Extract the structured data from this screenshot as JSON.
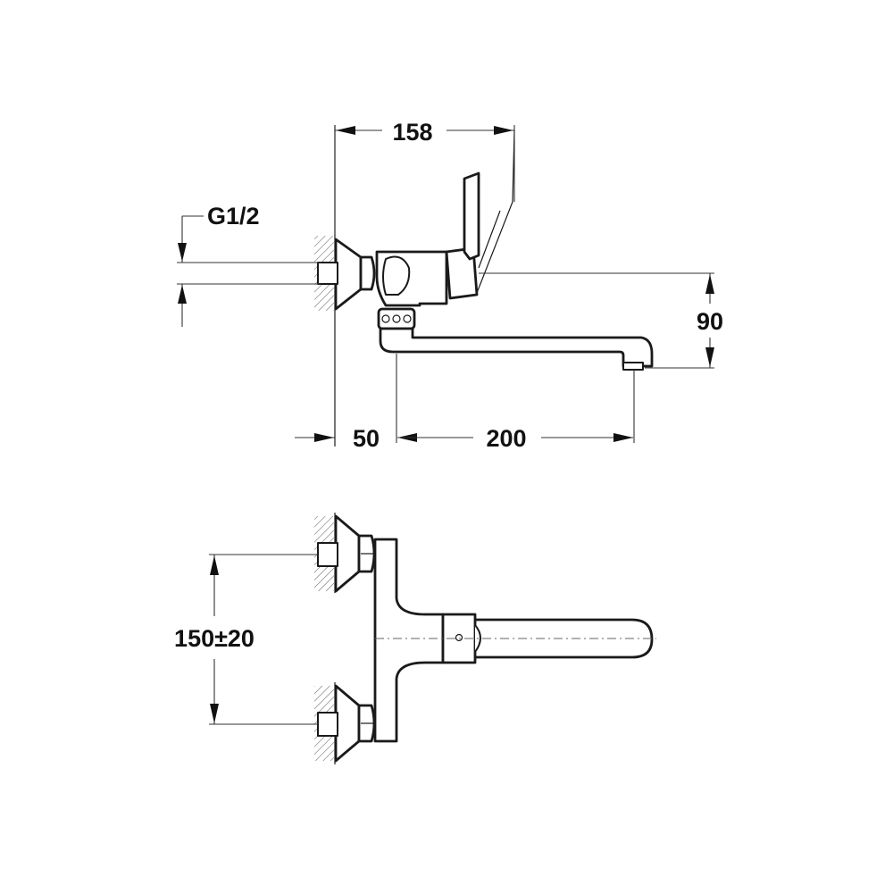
{
  "dimensions": {
    "overall_depth": "158",
    "thread_size": "G1/2",
    "spout_height": "90",
    "wall_to_body": "50",
    "spout_reach": "200",
    "inlet_spacing": "150±20"
  }
}
